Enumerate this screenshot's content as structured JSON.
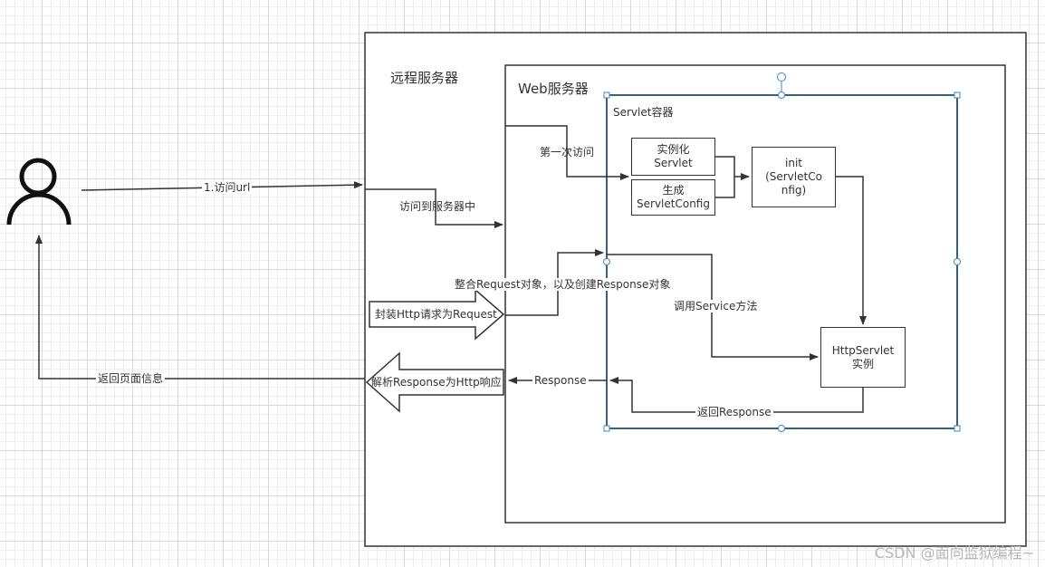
{
  "containers": {
    "remote_server": "远程服务器",
    "web_server": "Web服务器",
    "servlet_container": "Servlet容器"
  },
  "boxes": {
    "instantiate": "实例化\nServlet",
    "generate_config": "生成\nServletConfig",
    "init": "init\n(ServletCo\nnfig)",
    "httpservlet": "HttpServlet\n实例"
  },
  "edge_labels": {
    "visit_url": "1.访问url",
    "visit_server": "访问到服务器中",
    "first_visit": "第一次访问",
    "merge_request": "整合Request对象，以及创建Response对象",
    "call_service": "调用Service方法",
    "return_response": "返回Response",
    "response": "Response",
    "return_page": "返回页面信息"
  },
  "arrows": {
    "encapsulate": "封装Http请求为Request",
    "parse": "解析Response为Http响应"
  },
  "icons": {
    "user": "user-icon"
  },
  "watermark": "CSDN @面向监狱编程~"
}
